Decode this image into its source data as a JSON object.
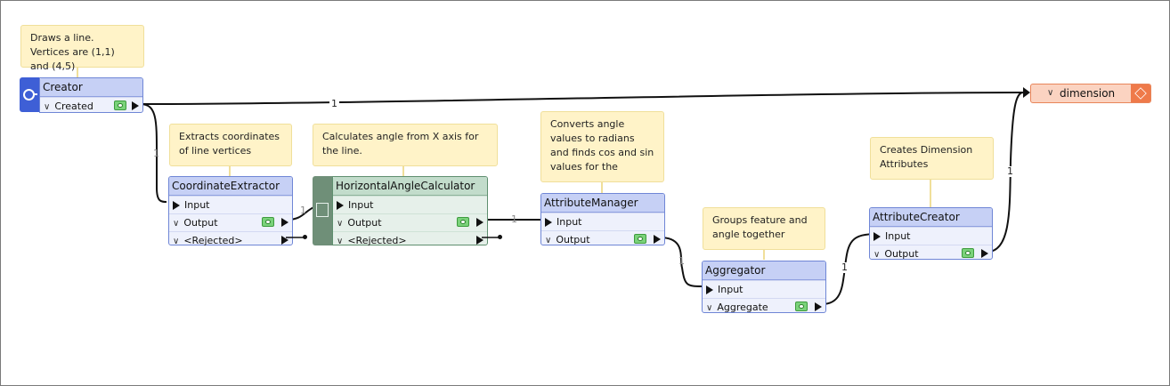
{
  "notes": {
    "creator": "Draws a line. Vertices are (1,1) and (4,5)",
    "coordinate_extractor": "Extracts coordinates of line vertices",
    "horizontal_angle": "Calculates angle from X axis for the line.",
    "attribute_manager": "Converts angle values to radians and finds cos and sin values for the",
    "aggregator": "Groups feature and angle together",
    "attribute_creator": "Creates Dimension Attributes"
  },
  "nodes": {
    "creator": {
      "title": "Creator",
      "output": "Created"
    },
    "coordinate_extractor": {
      "title": "CoordinateExtractor",
      "input": "Input",
      "output": "Output",
      "rejected": "<Rejected>"
    },
    "horizontal_angle": {
      "title": "HorizontalAngleCalculator",
      "input": "Input",
      "output": "Output",
      "rejected": "<Rejected>"
    },
    "attribute_manager": {
      "title": "AttributeManager",
      "input": "Input",
      "output": "Output"
    },
    "aggregator": {
      "title": "Aggregator",
      "input": "Input",
      "output": "Aggregate"
    },
    "attribute_creator": {
      "title": "AttributeCreator",
      "input": "Input",
      "output": "Output"
    }
  },
  "writer": {
    "title": "dimension"
  },
  "connections": {
    "creator_to_writer": "1",
    "creator_to_extractor": "1",
    "extractor_to_angle": "1",
    "angle_to_manager": "1",
    "manager_to_aggregator": "1",
    "aggregator_to_creator": "1",
    "creator_to_dimension": "1"
  },
  "colors": {
    "transformer_header": "#c6d0f5",
    "transformer_header_green": "#c2dccb",
    "note": "#fff3c8",
    "writer": "#ef7a4a",
    "creator_icon": "#3e5fd6",
    "visible_eye": "#7ad27a"
  }
}
